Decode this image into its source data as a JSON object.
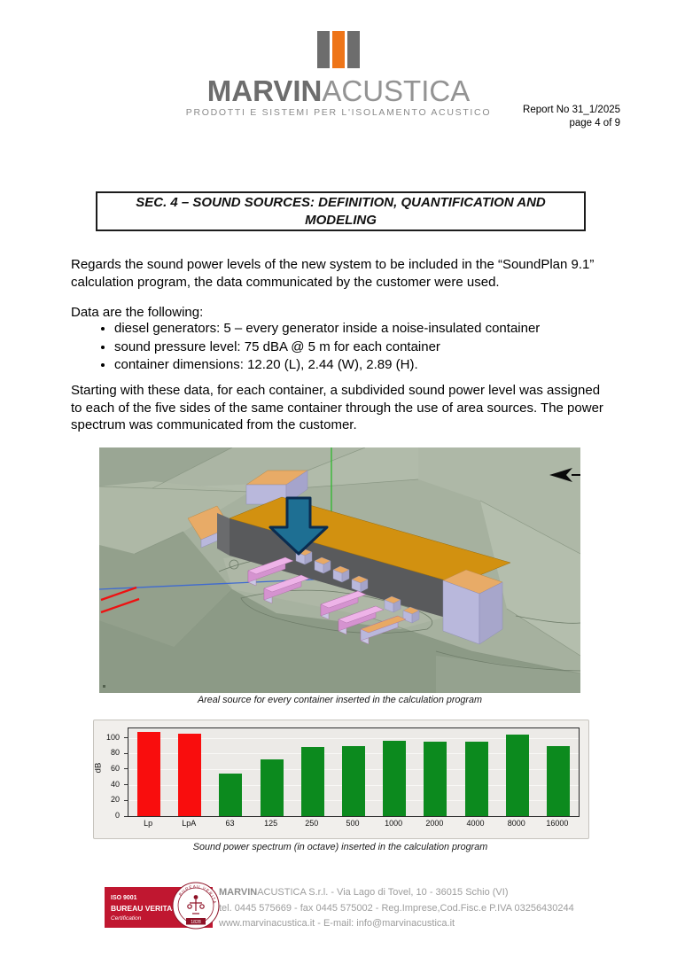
{
  "header": {
    "logo": {
      "brand_bold": "MARVIN",
      "brand_light": "ACUSTICA",
      "tagline": "PRODOTTI E SISTEMI PER L'ISOLAMENTO ACUSTICO",
      "bar_colors": [
        "#6d6d6d",
        "#ee7519",
        "#6d6d6d"
      ]
    },
    "report_no": "Report No 31_1/2025",
    "page_info": "page 4 of 9"
  },
  "section_title": "SEC. 4 – SOUND SOURCES: DEFINITION, QUANTIFICATION AND\nMODELING",
  "body": {
    "p1": "Regards the sound power levels of the new system to be included in the “SoundPlan 9.1”\ncalculation program, the data communicated by the customer were used.",
    "p2_intro": "Data are the following:",
    "bullets": [
      "diesel generators: 5 – every generator inside a noise-insulated container",
      "sound pressure level: 75 dBA @ 5 m for each container",
      "container dimensions: 12.20 (L), 2.44 (W), 2.89 (H)."
    ],
    "p3": "Starting with these data, for each container, a subdivided sound power level was assigned\nto each of the five sides of the same container through the use of area sources. The power\nspectrum was communicated from the customer."
  },
  "figure1": {
    "caption": "Areal source for every container inserted in the calculation program",
    "arrow_color": "#1e6f93",
    "container_color": "#eeb3e8",
    "roof_color": "#d29110",
    "terrain_color": "#a6b19f"
  },
  "chart_data": {
    "type": "bar",
    "categories": [
      "Lp",
      "LpA",
      "63",
      "125",
      "250",
      "500",
      "1000",
      "2000",
      "4000",
      "8000",
      "16000"
    ],
    "values": [
      107,
      105,
      54,
      72,
      88,
      89,
      96,
      95,
      95,
      104,
      89
    ],
    "bar_colors": [
      "#f90d0d",
      "#f90d0d",
      "#0c8a1e",
      "#0c8a1e",
      "#0c8a1e",
      "#0c8a1e",
      "#0c8a1e",
      "#0c8a1e",
      "#0c8a1e",
      "#0c8a1e",
      "#0c8a1e"
    ],
    "title": "",
    "xlabel": "",
    "ylabel": "dB",
    "ylim": [
      0,
      112
    ],
    "yticks": [
      0,
      20,
      40,
      60,
      80,
      100
    ],
    "grid": true,
    "legend": false
  },
  "figure2": {
    "caption": "Sound power spectrum (in octave) inserted in the calculation program"
  },
  "footer": {
    "badge": {
      "line1": "ISO 9001",
      "line2": "BUREAU VERITAS",
      "line3": "Certification",
      "seal_text": "BUREAU VERITAS",
      "seal_year": "1828",
      "color": "#c01730"
    },
    "line1_bold": "MARVIN",
    "line1_rest": "ACUSTICA S.r.l. - Via Lago di Tovel, 10 - 36015 Schio (VI)",
    "line2": "tel. 0445 575669 - fax 0445 575002 - Reg.Imprese,Cod.Fisc.e P.IVA 03256430244",
    "line3": "www.marvinacustica.it - E-mail: info@marvinacustica.it"
  }
}
